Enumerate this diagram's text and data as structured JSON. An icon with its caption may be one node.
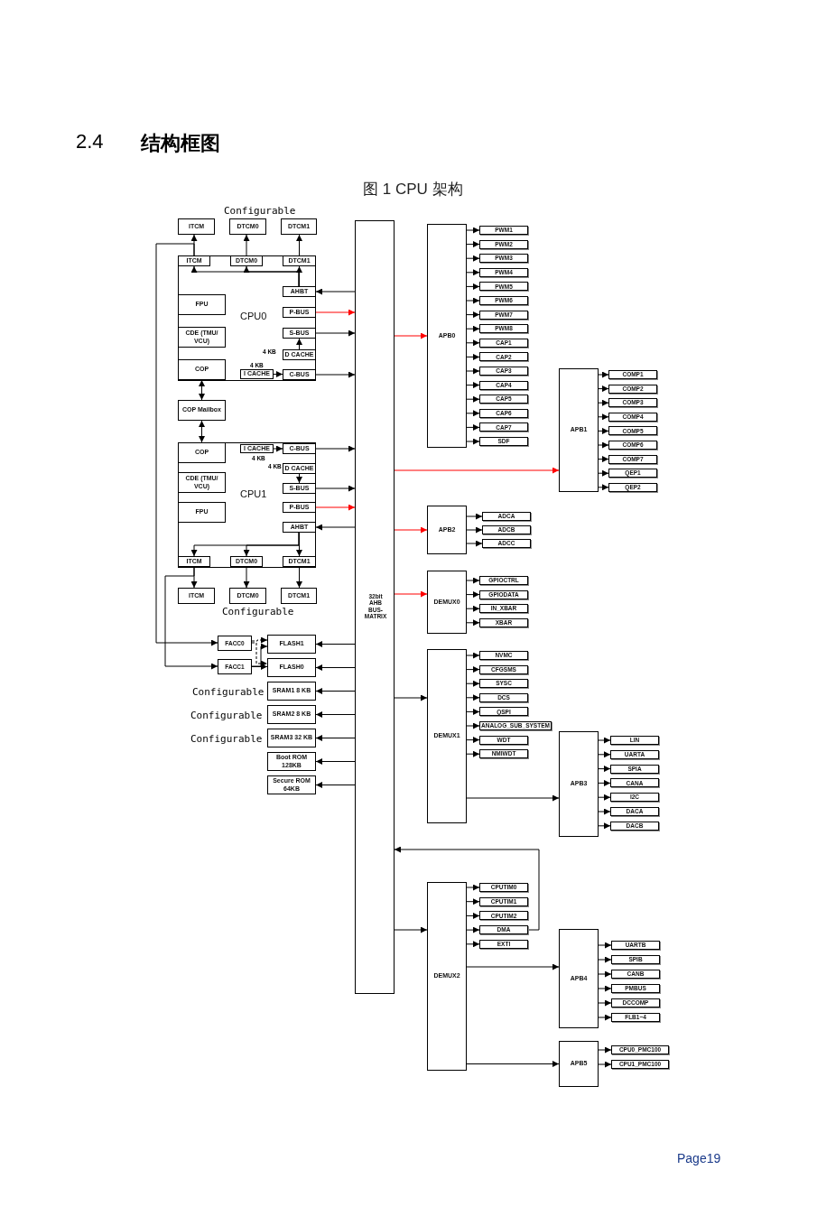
{
  "diagram": {
    "caption": "图 1 CPU 架构",
    "nodes": [
      {
        "text": [
          "ITCM"
        ]
      },
      {
        "text": [
          "DTCM0"
        ]
      },
      {
        "text": [
          "DTCM1"
        ]
      },
      {
        "text": [
          "CPU0"
        ]
      },
      {
        "text": [
          "ITCM"
        ],
        "in": 3
      },
      {
        "text": [
          "DTCM0"
        ],
        "in": 3
      },
      {
        "text": [
          "DTCM1"
        ],
        "in": 3
      },
      {
        "text": [
          "AHBT"
        ],
        "in": 3
      },
      {
        "text": [
          "FPU"
        ],
        "in": 3
      },
      {
        "text": [
          "CDE (TMU/ VCU)"
        ],
        "in": 3
      },
      {
        "text": [
          "P-BUS"
        ],
        "in": 3
      },
      {
        "text": [
          "S-BUS"
        ],
        "in": 3
      },
      {
        "text": [
          "D CACHE"
        ],
        "in": 3,
        "beside": [
          "4 KB"
        ]
      },
      {
        "text": [
          "COP"
        ],
        "in": 3
      },
      {
        "text": [
          "I CACHE"
        ],
        "in": 3,
        "beside": [
          "4 KB"
        ]
      },
      {
        "text": [
          "C-BUS"
        ],
        "in": 3
      },
      {
        "text": [
          "COP Mailbox"
        ]
      },
      {
        "text": [
          "CPU1"
        ]
      },
      {
        "text": [
          "COP"
        ],
        "in": 17
      },
      {
        "text": [
          "I CACHE"
        ],
        "in": 17,
        "beside": [
          "4 KB"
        ]
      },
      {
        "text": [
          "C-BUS"
        ],
        "in": 17
      },
      {
        "text": [
          "D CACHE"
        ],
        "in": 17,
        "beside": [
          "4 KB"
        ]
      },
      {
        "text": [
          "CDE (TMU/ VCU)"
        ],
        "in": 17
      },
      {
        "text": [
          "S-BUS"
        ],
        "in": 17
      },
      {
        "text": [
          "FPU"
        ],
        "in": 17
      },
      {
        "text": [
          "P-BUS"
        ],
        "in": 17
      },
      {
        "text": [
          "AHBT"
        ],
        "in": 17
      },
      {
        "text": [
          "ITCM"
        ],
        "in": 17
      },
      {
        "text": [
          "DTCM0"
        ],
        "in": 17
      },
      {
        "text": [
          "DTCM1"
        ],
        "in": 17
      },
      {
        "text": [
          "ITCM"
        ]
      },
      {
        "text": [
          "DTCM0"
        ]
      },
      {
        "text": [
          "DTCM1"
        ]
      },
      {
        "text": [
          "32bit AHB BUS- MATRIX"
        ]
      },
      {
        "text": [
          "FACC0"
        ]
      },
      {
        "text": [
          "FACC1"
        ]
      },
      {
        "text": [
          "FLASH1"
        ]
      },
      {
        "text": [
          "FLASH0"
        ]
      },
      {
        "text": [
          "SRAM1 8 KB"
        ],
        "beside": [
          "Configurable"
        ]
      },
      {
        "text": [
          "SRAM2 8 KB"
        ],
        "beside": [
          "Configurable"
        ]
      },
      {
        "text": [
          "SRAM3 32 KB"
        ],
        "beside": [
          "Configurable"
        ]
      },
      {
        "text": [
          "Boot ROM 128KB"
        ]
      },
      {
        "text": [
          "Secure ROM 64KB"
        ]
      },
      {
        "text": [
          "APB0"
        ]
      },
      {
        "text": [
          "PWM1"
        ]
      },
      {
        "text": [
          "PWM2"
        ]
      },
      {
        "text": [
          "PWM3"
        ]
      },
      {
        "text": [
          "PWM4"
        ]
      },
      {
        "text": [
          "PWM5"
        ]
      },
      {
        "text": [
          "PWM6"
        ]
      },
      {
        "text": [
          "PWM7"
        ]
      },
      {
        "text": [
          "PWM8"
        ]
      },
      {
        "text": [
          "CAP1"
        ]
      },
      {
        "text": [
          "CAP2"
        ]
      },
      {
        "text": [
          "CAP3"
        ]
      },
      {
        "text": [
          "CAP4"
        ]
      },
      {
        "text": [
          "CAP5"
        ]
      },
      {
        "text": [
          "CAP6"
        ]
      },
      {
        "text": [
          "CAP7"
        ]
      },
      {
        "text": [
          "SDF"
        ]
      },
      {
        "text": [
          "APB1"
        ]
      },
      {
        "text": [
          "COMP1"
        ]
      },
      {
        "text": [
          "COMP2"
        ]
      },
      {
        "text": [
          "COMP3"
        ]
      },
      {
        "text": [
          "COMP4"
        ]
      },
      {
        "text": [
          "COMP5"
        ]
      },
      {
        "text": [
          "COMP6"
        ]
      },
      {
        "text": [
          "COMP7"
        ]
      },
      {
        "text": [
          "QEP1"
        ]
      },
      {
        "text": [
          "QEP2"
        ]
      },
      {
        "text": [
          "APB2"
        ]
      },
      {
        "text": [
          "ADCA"
        ]
      },
      {
        "text": [
          "ADCB"
        ]
      },
      {
        "text": [
          "ADCC"
        ]
      },
      {
        "text": [
          "DEMUX0"
        ]
      },
      {
        "text": [
          "GPIOCTRL"
        ]
      },
      {
        "text": [
          "GPIODATA"
        ]
      },
      {
        "text": [
          "IN_XBAR"
        ]
      },
      {
        "text": [
          "XBAR"
        ]
      },
      {
        "text": [
          "DEMUX1"
        ]
      },
      {
        "text": [
          "NVMC"
        ]
      },
      {
        "text": [
          "CFGSMS"
        ]
      },
      {
        "text": [
          "SYSC"
        ]
      },
      {
        "text": [
          "DCS"
        ]
      },
      {
        "text": [
          "QSPI"
        ]
      },
      {
        "text": [
          "ANALOG_SUB_SYSTEM"
        ]
      },
      {
        "text": [
          "WDT"
        ]
      },
      {
        "text": [
          "NMIWDT"
        ]
      },
      {
        "text": [
          "APB3"
        ]
      },
      {
        "text": [
          "LIN"
        ]
      },
      {
        "text": [
          "UARTA"
        ]
      },
      {
        "text": [
          "SPIA"
        ]
      },
      {
        "text": [
          "CANA"
        ]
      },
      {
        "text": [
          "I2C"
        ]
      },
      {
        "text": [
          "DACA"
        ]
      },
      {
        "text": [
          "DACB"
        ]
      },
      {
        "text": [
          "DEMUX2"
        ]
      },
      {
        "text": [
          "CPUTIM0"
        ]
      },
      {
        "text": [
          "CPUTIM1"
        ]
      },
      {
        "text": [
          "CPUTIM2"
        ]
      },
      {
        "text": [
          "DMA"
        ]
      },
      {
        "text": [
          "EXTI"
        ]
      },
      {
        "text": [
          "APB4"
        ]
      },
      {
        "text": [
          "UARTB"
        ]
      },
      {
        "text": [
          "SPIB"
        ]
      },
      {
        "text": [
          "CANB"
        ]
      },
      {
        "text": [
          "PMBUS"
        ]
      },
      {
        "text": [
          "DCCOMP"
        ]
      },
      {
        "text": [
          "FLB1~4"
        ]
      },
      {
        "text": [
          "APB5"
        ]
      },
      {
        "text": [
          "CPU0_PMC100"
        ]
      },
      {
        "text": [
          "CPU1_PMC100"
        ]
      }
    ],
    "edges": [
      {
        "from": 4,
        "to": 0,
        "arrow": "to"
      },
      {
        "from": 5,
        "to": 1,
        "arrow": "to"
      },
      {
        "from": 6,
        "to": 2,
        "arrow": "to"
      },
      {
        "from": 7,
        "to": 4,
        "arrow": "to"
      },
      {
        "from": 7,
        "to": 5,
        "arrow": "to"
      },
      {
        "from": 7,
        "to": 6,
        "arrow": "to"
      },
      {
        "from": 33,
        "to": 7,
        "arrow": "to"
      },
      {
        "from": 10,
        "to": 33,
        "arrow": "to",
        "color": "#ff0000"
      },
      {
        "from": 11,
        "to": 33,
        "arrow": "to"
      },
      {
        "from": 12,
        "to": 11,
        "arrow": "to"
      },
      {
        "from": 14,
        "to": 15,
        "arrow": "to"
      },
      {
        "from": 15,
        "to": 33,
        "arrow": "to"
      },
      {
        "from": 13,
        "to": 16,
        "arrow": "both"
      },
      {
        "from": 16,
        "to": 18,
        "arrow": "both"
      },
      {
        "from": 19,
        "to": 20,
        "arrow": "to"
      },
      {
        "from": 20,
        "to": 33,
        "arrow": "to"
      },
      {
        "from": 21,
        "to": 23,
        "arrow": "to"
      },
      {
        "from": 23,
        "to": 33,
        "arrow": "to"
      },
      {
        "from": 25,
        "to": 33,
        "arrow": "to",
        "color": "#ff0000"
      },
      {
        "from": 33,
        "to": 26,
        "arrow": "to"
      },
      {
        "from": 26,
        "to": 27,
        "arrow": "to"
      },
      {
        "from": 26,
        "to": 28,
        "arrow": "to"
      },
      {
        "from": 26,
        "to": 29,
        "arrow": "to"
      },
      {
        "from": 27,
        "to": 30,
        "arrow": "to"
      },
      {
        "from": 28,
        "to": 31,
        "arrow": "to"
      },
      {
        "from": 29,
        "to": 32,
        "arrow": "to"
      },
      {
        "from": 4,
        "to": 34,
        "arrow": "to"
      },
      {
        "from": 27,
        "to": 35,
        "arrow": "to"
      },
      {
        "from": 34,
        "to": 36,
        "arrow": "to",
        "style": "dashed"
      },
      {
        "from": 34,
        "to": 37,
        "arrow": "to",
        "style": "dashed"
      },
      {
        "from": 35,
        "to": 36,
        "arrow": "to"
      },
      {
        "from": 35,
        "to": 37,
        "arrow": "to"
      },
      {
        "from": 33,
        "to": 36,
        "arrow": "to"
      },
      {
        "from": 33,
        "to": 37,
        "arrow": "to"
      },
      {
        "from": 33,
        "to": 38,
        "arrow": "to"
      },
      {
        "from": 33,
        "to": 39,
        "arrow": "to"
      },
      {
        "from": 33,
        "to": 40,
        "arrow": "to"
      },
      {
        "from": 33,
        "to": 41,
        "arrow": "to"
      },
      {
        "from": 33,
        "to": 42,
        "arrow": "to"
      },
      {
        "from": 33,
        "to": 43,
        "arrow": "to",
        "color": "#ff0000"
      },
      {
        "from": 33,
        "to": 60,
        "arrow": "to",
        "color": "#ff0000"
      },
      {
        "from": 33,
        "to": 70,
        "arrow": "to",
        "color": "#ff0000"
      },
      {
        "from": 33,
        "to": 74,
        "arrow": "to",
        "color": "#ff0000"
      },
      {
        "from": 33,
        "to": 79,
        "arrow": "to"
      },
      {
        "from": 33,
        "to": 96,
        "arrow": "to"
      },
      {
        "from": 43,
        "to": 44,
        "arrow": "to"
      },
      {
        "from": 43,
        "to": 45,
        "arrow": "to"
      },
      {
        "from": 43,
        "to": 46,
        "arrow": "to"
      },
      {
        "from": 43,
        "to": 47,
        "arrow": "to"
      },
      {
        "from": 43,
        "to": 48,
        "arrow": "to"
      },
      {
        "from": 43,
        "to": 49,
        "arrow": "to"
      },
      {
        "from": 43,
        "to": 50,
        "arrow": "to"
      },
      {
        "from": 43,
        "to": 51,
        "arrow": "to"
      },
      {
        "from": 43,
        "to": 52,
        "arrow": "to"
      },
      {
        "from": 43,
        "to": 53,
        "arrow": "to"
      },
      {
        "from": 43,
        "to": 54,
        "arrow": "to"
      },
      {
        "from": 43,
        "to": 55,
        "arrow": "to"
      },
      {
        "from": 43,
        "to": 56,
        "arrow": "to"
      },
      {
        "from": 43,
        "to": 57,
        "arrow": "to"
      },
      {
        "from": 43,
        "to": 58,
        "arrow": "to"
      },
      {
        "from": 43,
        "to": 59,
        "arrow": "to"
      },
      {
        "from": 60,
        "to": 61,
        "arrow": "to"
      },
      {
        "from": 60,
        "to": 62,
        "arrow": "to"
      },
      {
        "from": 60,
        "to": 63,
        "arrow": "to"
      },
      {
        "from": 60,
        "to": 64,
        "arrow": "to"
      },
      {
        "from": 60,
        "to": 65,
        "arrow": "to"
      },
      {
        "from": 60,
        "to": 66,
        "arrow": "to"
      },
      {
        "from": 60,
        "to": 67,
        "arrow": "to"
      },
      {
        "from": 60,
        "to": 68,
        "arrow": "to"
      },
      {
        "from": 60,
        "to": 69,
        "arrow": "to"
      },
      {
        "from": 70,
        "to": 71,
        "arrow": "to"
      },
      {
        "from": 70,
        "to": 72,
        "arrow": "to"
      },
      {
        "from": 70,
        "to": 73,
        "arrow": "to"
      },
      {
        "from": 74,
        "to": 75,
        "arrow": "to"
      },
      {
        "from": 74,
        "to": 76,
        "arrow": "to"
      },
      {
        "from": 74,
        "to": 77,
        "arrow": "to"
      },
      {
        "from": 74,
        "to": 78,
        "arrow": "to"
      },
      {
        "from": 79,
        "to": 80,
        "arrow": "to"
      },
      {
        "from": 79,
        "to": 81,
        "arrow": "to"
      },
      {
        "from": 79,
        "to": 82,
        "arrow": "to"
      },
      {
        "from": 79,
        "to": 83,
        "arrow": "to"
      },
      {
        "from": 79,
        "to": 84,
        "arrow": "to"
      },
      {
        "from": 79,
        "to": 85,
        "arrow": "to"
      },
      {
        "from": 79,
        "to": 86,
        "arrow": "to"
      },
      {
        "from": 79,
        "to": 87,
        "arrow": "to"
      },
      {
        "from": 79,
        "to": 88,
        "arrow": "to"
      },
      {
        "from": 88,
        "to": 89,
        "arrow": "to"
      },
      {
        "from": 88,
        "to": 90,
        "arrow": "to"
      },
      {
        "from": 88,
        "to": 91,
        "arrow": "to"
      },
      {
        "from": 88,
        "to": 92,
        "arrow": "to"
      },
      {
        "from": 88,
        "to": 93,
        "arrow": "to"
      },
      {
        "from": 88,
        "to": 94,
        "arrow": "to"
      },
      {
        "from": 88,
        "to": 95,
        "arrow": "to"
      },
      {
        "from": 96,
        "to": 97,
        "arrow": "to"
      },
      {
        "from": 96,
        "to": 98,
        "arrow": "to"
      },
      {
        "from": 96,
        "to": 99,
        "arrow": "to"
      },
      {
        "from": 96,
        "to": 100,
        "arrow": "to"
      },
      {
        "from": 96,
        "to": 101,
        "arrow": "to"
      },
      {
        "from": 100,
        "to": 33,
        "arrow": "to"
      },
      {
        "from": 96,
        "to": 102,
        "arrow": "to"
      },
      {
        "from": 96,
        "to": 109,
        "arrow": "to"
      },
      {
        "from": 102,
        "to": 103,
        "arrow": "to"
      },
      {
        "from": 102,
        "to": 104,
        "arrow": "to"
      },
      {
        "from": 102,
        "to": 105,
        "arrow": "to"
      },
      {
        "from": 102,
        "to": 106,
        "arrow": "to"
      },
      {
        "from": 102,
        "to": 107,
        "arrow": "to"
      },
      {
        "from": 102,
        "to": 108,
        "arrow": "to"
      },
      {
        "from": 109,
        "to": 110,
        "arrow": "to"
      },
      {
        "from": 109,
        "to": 111,
        "arrow": "to"
      }
    ],
    "labels": [
      "2.4",
      "结构框图",
      "Configurable",
      "Configurable",
      "Page19"
    ]
  }
}
